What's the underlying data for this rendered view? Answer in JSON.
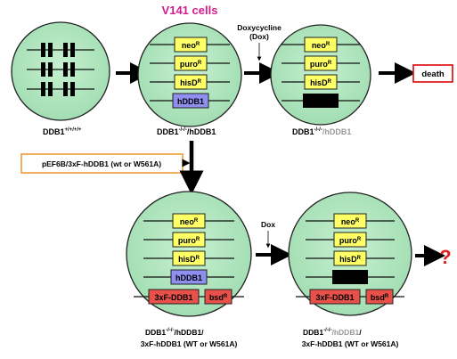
{
  "header": {
    "cells_title": "V141 cells"
  },
  "treatment": {
    "doxycycline_line1": "Doxycycline",
    "doxycycline_line2": "(Dox)",
    "dox_short": "Dox"
  },
  "genes": {
    "neo": "neo",
    "puro": "puro",
    "his": "hisD",
    "superscript_r": "R",
    "hddb1": "hDDB1",
    "flag_ddb1": "3xF-DDB1",
    "bsd": "bsd",
    "allele_superscript": "+/+/+/+",
    "deleted_superscript": "-/-/-"
  },
  "cells": {
    "wild_type": "DDB1",
    "v141_prefix": "DDB1",
    "v141_suffix": "/hDDB1",
    "after_dox_prefix": "DDB1",
    "after_dox_suffix": "/hDDB1",
    "rescue_line1_prefix": "DDB1",
    "rescue_line1_suffix": "/hDDB1/",
    "rescue_line2": "3xF-hDDB1 (WT or W561A)",
    "rescue_dox_line1_prefix": "DDB1",
    "rescue_dox_line1_grey": "/hDDB1",
    "rescue_dox_line1_suffix": "/",
    "rescue_dox_line2": "3xF-hDDB1 (WT or W561A)"
  },
  "outcomes": {
    "death": "death",
    "unknown": "?"
  },
  "transfection": {
    "construct": "pEF6B/3xF-hDDB1 (wt or W561A)"
  },
  "colors": {
    "cell_fill": "#aee6bd",
    "cell_stroke": "#222222",
    "gene_box": "#ffff66",
    "hddb1_box": "#8f8ff0",
    "flag_box": "#e8504a",
    "magenta_title": "#d21c8c",
    "death_border": "#e02020",
    "question_mark": "#e02020",
    "construct_border": "#e8962c",
    "grey_text": "#9a9a9a"
  }
}
